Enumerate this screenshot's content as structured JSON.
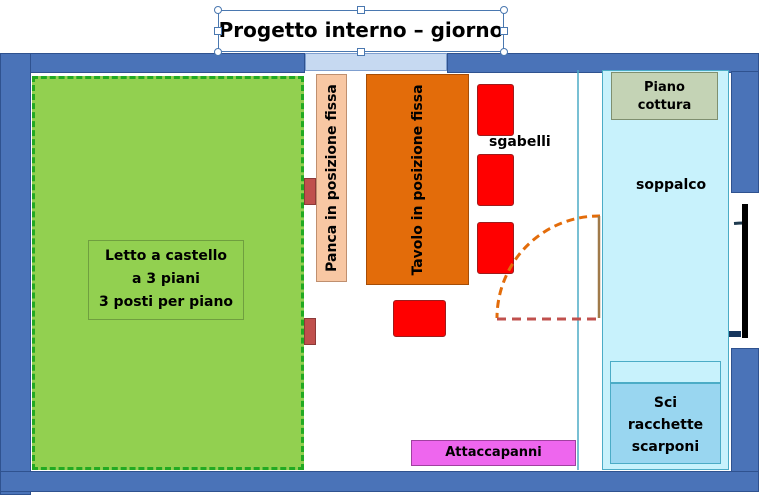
{
  "title": "Progetto interno – giorno",
  "bed": {
    "line1": "Letto a castello",
    "line2": "a 3 piani",
    "line3": "3  posti per piano"
  },
  "bench": "Panca in posizione fissa",
  "table": "Tavolo in posizione fissa",
  "stools_label": "sgabelli",
  "stove": {
    "line1": "Piano",
    "line2": "cottura"
  },
  "loft": "soppalco",
  "storage": {
    "line1": "Sci",
    "line2": "racchette",
    "line3": "scarponi"
  },
  "coat_rack": "Attaccapanni",
  "colors": {
    "wall": "#4a73b8",
    "bed": "#92d050",
    "bed_border": "#22aa22",
    "table": "#e36c0a",
    "bench": "#f8c7a3",
    "stool": "#ff0000",
    "loft": "#c8f2fc",
    "stove": "#c4d3b5",
    "storage": "#99d6f0",
    "coat_rack": "#ee66ee"
  },
  "icons": [
    "selection-handle-icon",
    "door-swing-arc-icon"
  ]
}
